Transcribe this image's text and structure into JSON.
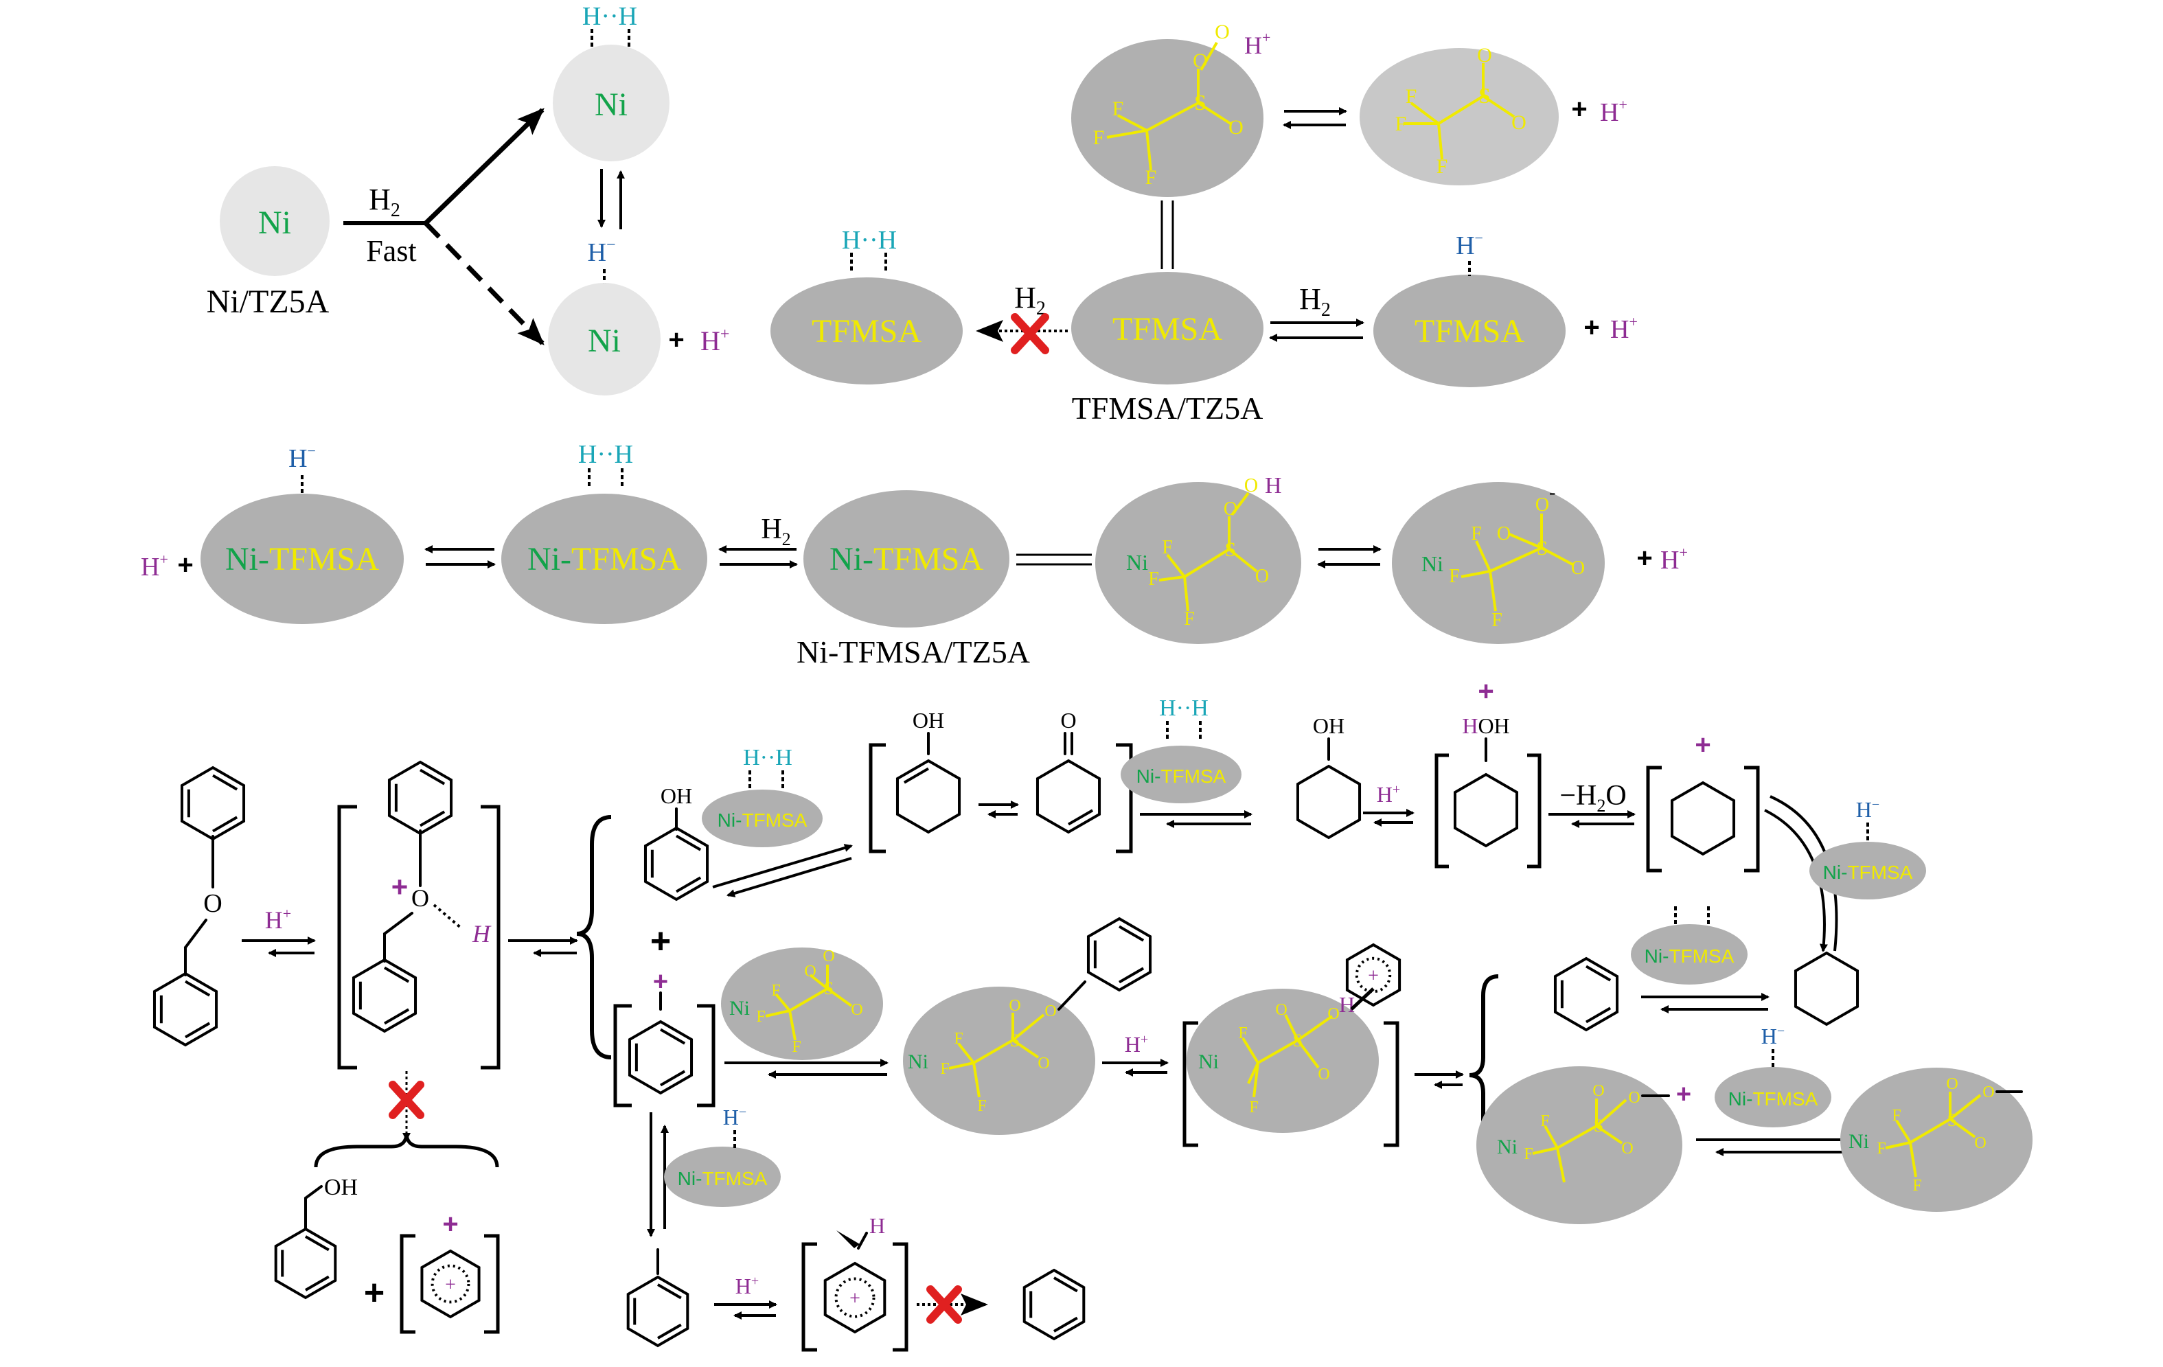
{
  "colors": {
    "ni_green": "#12a34a",
    "tfmsa_yellow": "#f0ea00",
    "proton_purple": "#8e2c93",
    "hydrogen_blue": "#1f5fa8",
    "hh_cyan": "#1aa6b7",
    "cross_red": "#e02020",
    "support_grey": "#b0b0b0",
    "ni_light": "#e6e6e6"
  },
  "panel1": {
    "ni_label": "Ni",
    "catalyst_caption": "Ni/TZ5A",
    "reagent": "H",
    "reagent_sub": "2",
    "condition": "Fast",
    "hh_label": "H··H",
    "hydride_label": "H",
    "minus": "−",
    "plus_sign": "+",
    "proton": "H",
    "proton_sup": "+"
  },
  "panel2": {
    "tfmsa_label": "TFMSA",
    "catalyst_caption": "TFMSA/TZ5A",
    "reagent": "H",
    "reagent_sub": "2",
    "hh_label": "H··H",
    "hydride_label": "H",
    "minus": "−",
    "plus_sign": "+",
    "proton": "H",
    "proton_sup": "+",
    "atom_f": "F",
    "atom_s": "S",
    "atom_o": "O",
    "atom_h": "H"
  },
  "panel3": {
    "ni_part": "Ni",
    "dash": "-",
    "tfmsa_part": "TFMSA",
    "catalyst_caption": "Ni-TFMSA/TZ5A",
    "reagent": "H",
    "reagent_sub": "2",
    "hh_label": "H··H",
    "hydride_label": "H",
    "minus": "−",
    "plus_sign": "+",
    "proton": "H",
    "proton_sup": "+",
    "o_minus": "-"
  },
  "panel4": {
    "proton": "H",
    "proton_sup": "+",
    "oh": "OH",
    "o": "O",
    "h": "H",
    "hoh": "HOH",
    "water": "H",
    "water_sub": "2",
    "water_o": "O",
    "minus_sign": "−",
    "cat_label": "Ni-TFMSA",
    "hh_label": "H··H",
    "hydride_label": "H",
    "plus_bold": "+",
    "cation": "+",
    "ni": "Ni",
    "f": "F",
    "s": "S",
    "dot_o": "O"
  }
}
